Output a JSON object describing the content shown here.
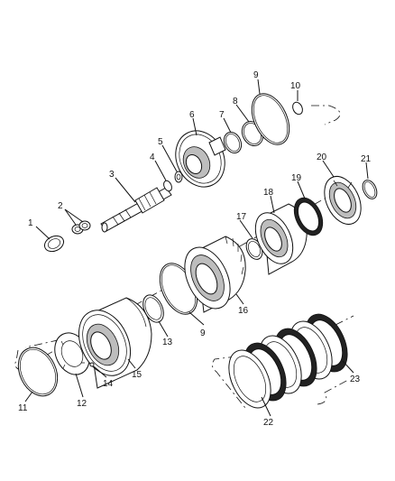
{
  "diagram": {
    "callouts": [
      "1",
      "2",
      "3",
      "4",
      "5",
      "6",
      "7",
      "8",
      "9",
      "10",
      "11",
      "12",
      "13",
      "14",
      "15",
      "16",
      "17",
      "18",
      "19",
      "20",
      "21",
      "22",
      "23"
    ],
    "callout_9_lower": "9"
  }
}
